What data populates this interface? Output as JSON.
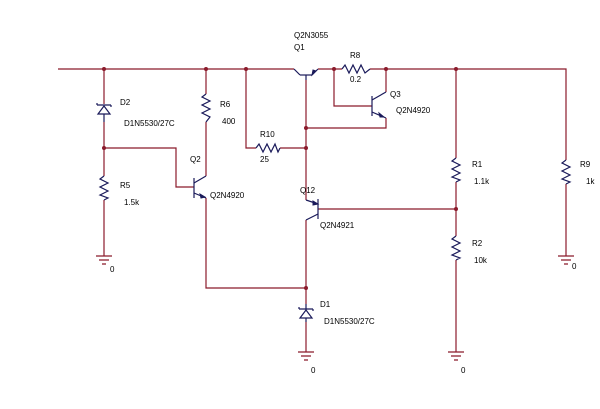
{
  "components": {
    "q1": {
      "name": "Q1",
      "model": "Q2N3055"
    },
    "q2": {
      "name": "Q2",
      "model": "Q2N4920"
    },
    "q3": {
      "name": "Q3",
      "model": "Q2N4920"
    },
    "q12": {
      "name": "Q12",
      "model": "Q2N4921"
    },
    "d1": {
      "name": "D1",
      "model": "D1N5530/27C"
    },
    "d2": {
      "name": "D2",
      "model": "D1N5530/27C"
    },
    "r1": {
      "name": "R1",
      "value": "1.1k"
    },
    "r2": {
      "name": "R2",
      "value": "10k"
    },
    "r5": {
      "name": "R5",
      "value": "1.5k"
    },
    "r6": {
      "name": "R6",
      "value": "400"
    },
    "r8": {
      "name": "R8",
      "value": "0.2"
    },
    "r9": {
      "name": "R9",
      "value": "1k"
    },
    "r10": {
      "name": "R10",
      "value": "25"
    }
  },
  "ground_label": "0"
}
